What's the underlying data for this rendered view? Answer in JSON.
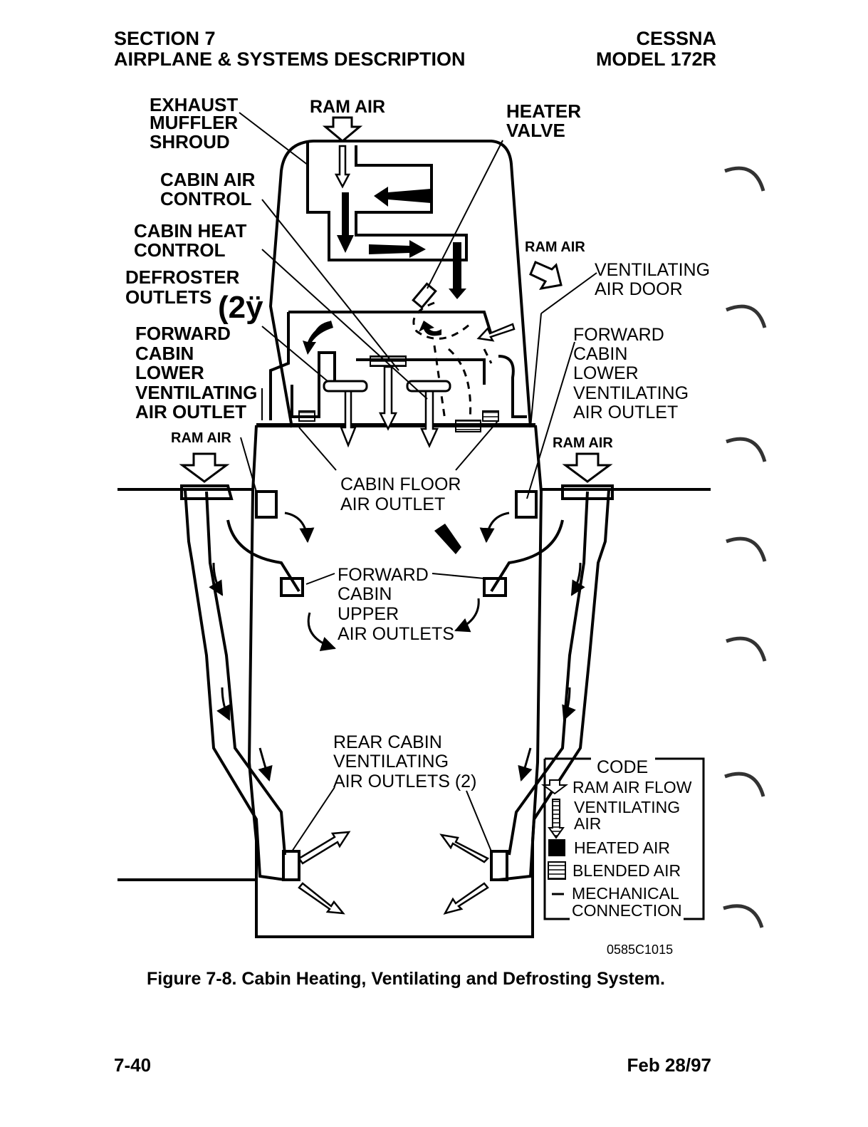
{
  "header": {
    "left_line1": "SECTION 7",
    "left_line2": "AIRPLANE & SYSTEMS DESCRIPTION",
    "right_line1": "CESSNA",
    "right_line2": "MODEL 172R"
  },
  "labels": {
    "exhaust_muffler_shroud": [
      "EXHAUST",
      "MUFFLER",
      "SHROUD"
    ],
    "ram_air_top": "RAM AIR",
    "heater_valve": [
      "HEATER",
      "VALVE"
    ],
    "cabin_air_control": [
      "CABIN AIR",
      "CONTROL"
    ],
    "cabin_heat_control": [
      "CABIN HEAT",
      "CONTROL"
    ],
    "defroster_outlets": [
      "DEFROSTER",
      "OUTLETS"
    ],
    "defroster_outlets_count": "(2ÿ",
    "forward_lower_left": [
      "FORWARD",
      "CABIN",
      "LOWER",
      "VENTILATING",
      "AIR OUTLET"
    ],
    "ram_air_right_upper": "RAM AIR",
    "ventilating_air_door": [
      "VENTILATING",
      "AIR DOOR"
    ],
    "forward_lower_right": [
      "FORWARD",
      "CABIN",
      "LOWER",
      "VENTILATING",
      "AIR OUTLET"
    ],
    "ram_air_left": "RAM AIR",
    "ram_air_right": "RAM AIR",
    "cabin_floor_outlet": [
      "CABIN FLOOR",
      "AIR OUTLET"
    ],
    "forward_upper_outlets": [
      "FORWARD",
      "CABIN",
      "UPPER",
      "AIR OUTLETS"
    ],
    "rear_cabin_outlets": [
      "REAR CABIN",
      "VENTILATING",
      "AIR OUTLETS (2)"
    ]
  },
  "legend": {
    "title": "CODE",
    "items": [
      {
        "icon": "hollow-arrow-icon",
        "text": [
          "RAM AIR FLOW"
        ]
      },
      {
        "icon": "striped-arrow-icon",
        "text": [
          "VENTILATING",
          "AIR"
        ]
      },
      {
        "icon": "solid-square-icon",
        "text": [
          "HEATED AIR"
        ]
      },
      {
        "icon": "hatched-square-icon",
        "text": [
          "BLENDED AIR"
        ]
      },
      {
        "icon": "dash-icon",
        "text": [
          "MECHANICAL",
          "CONNECTION"
        ]
      }
    ]
  },
  "figure_id": "0585C1015",
  "caption": "Figure 7-8. Cabin Heating, Ventilating and Defrosting System.",
  "footer": {
    "page": "7-40",
    "date": "Feb 28/97"
  },
  "colors": {
    "ink": "#000000",
    "paper": "#ffffff"
  }
}
